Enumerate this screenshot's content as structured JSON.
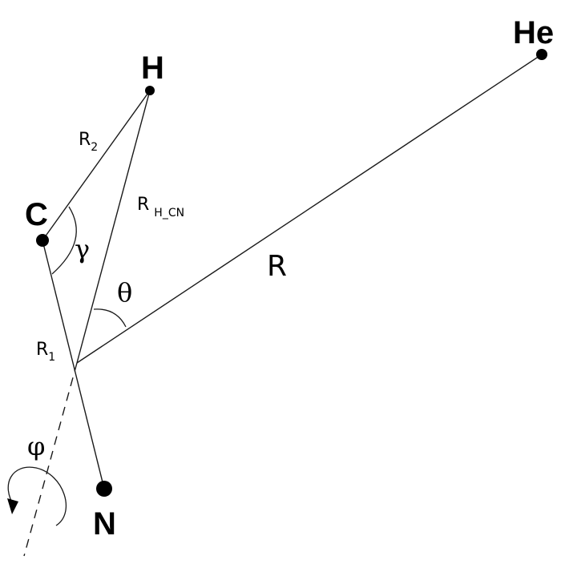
{
  "atoms": {
    "he": "He",
    "h": "H",
    "c": "C",
    "n": "N"
  },
  "distances": {
    "r2": {
      "main": "R",
      "sub": "2"
    },
    "r1": {
      "main": "R",
      "sub": "1"
    },
    "rhcn": {
      "main": "R",
      "sub": "H_CN"
    },
    "r": "R"
  },
  "angles": {
    "gamma": "γ",
    "theta": "θ",
    "phi": "φ"
  }
}
